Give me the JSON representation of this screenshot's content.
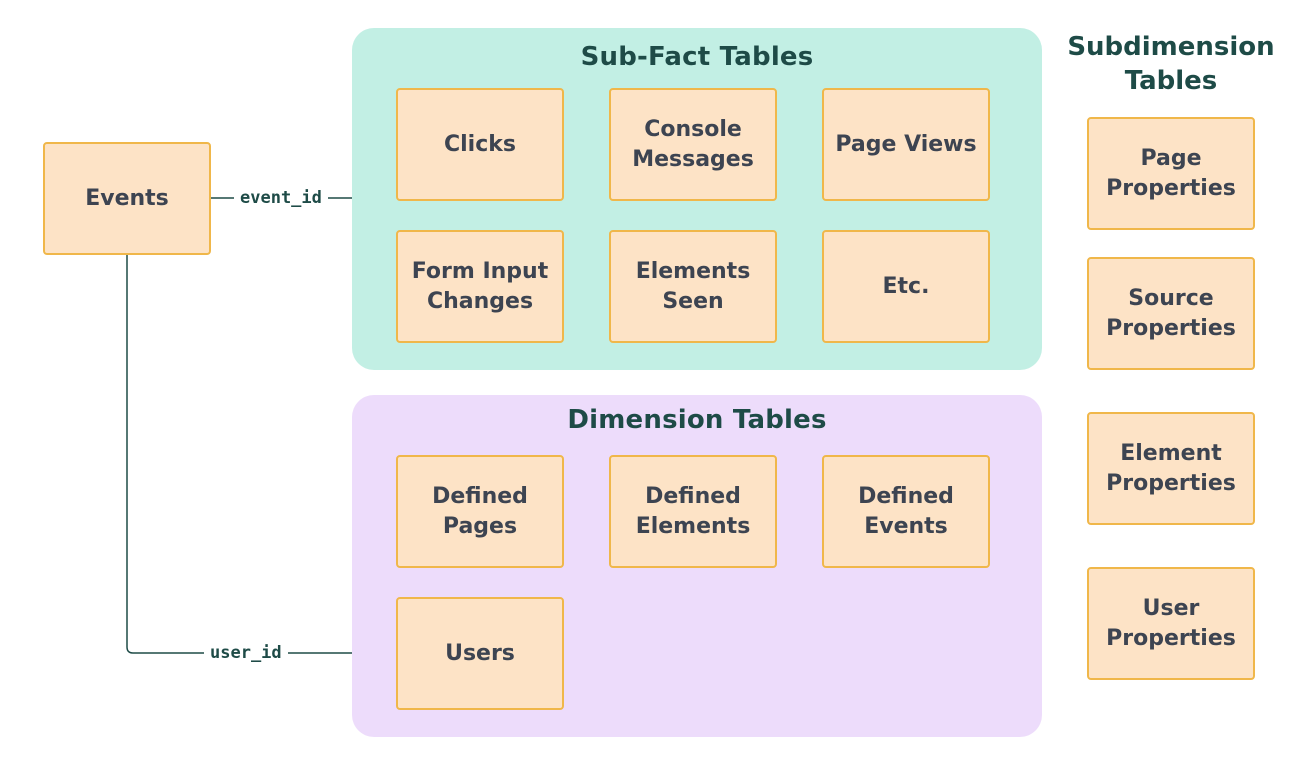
{
  "groups": {
    "subfact": {
      "title": "Sub-Fact Tables",
      "tables": [
        "Clicks",
        "Console Messages",
        "Page Views",
        "Form Input Changes",
        "Elements Seen",
        "Etc."
      ]
    },
    "dimension": {
      "title": "Dimension Tables",
      "tables": [
        "Defined Pages",
        "Defined Elements",
        "Defined Events",
        "Users"
      ]
    },
    "subdimension": {
      "title": "Subdimension Tables",
      "tables": [
        "Page Properties",
        "Source Properties",
        "Element Properties",
        "User Properties"
      ]
    }
  },
  "events_table": "Events",
  "connections": {
    "event_id": "event_id",
    "user_id": "user_id"
  },
  "colors": {
    "subfact_bg": "#c2efe4",
    "dimension_bg": "#eddcfb",
    "box_fill": "#fde3c6",
    "box_border": "#f0b74a",
    "title_text": "#1e4b47",
    "box_text": "#3d4451",
    "connector": "#1e4b47"
  }
}
